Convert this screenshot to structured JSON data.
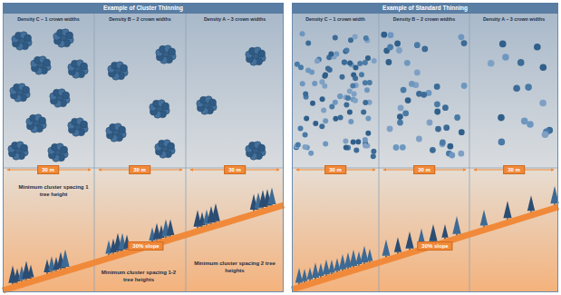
{
  "diagram": {
    "nodes": [
      {
        "text": [
          "Example of Cluster Thinning"
        ]
      },
      {
        "text": [
          "Density C – 1 crown widths"
        ],
        "in": 0
      },
      {
        "text": [
          "Density B – 2 crown widths"
        ],
        "in": 0
      },
      {
        "text": [
          "Density A – 3 crown widths"
        ],
        "in": 0
      },
      {
        "text": [
          "30 m"
        ],
        "in": 1
      },
      {
        "text": [
          "30 m"
        ],
        "in": 2
      },
      {
        "text": [
          "30 m"
        ],
        "in": 3
      },
      {
        "text": [
          "30% slope"
        ],
        "in": 0
      },
      {
        "text": [
          "Example of Standard Thinning"
        ]
      },
      {
        "text": [
          "Density C – 1 crown width"
        ],
        "in": 8
      },
      {
        "text": [
          "Density B – 2 crown widths"
        ],
        "in": 8
      },
      {
        "text": [
          "Density A – 3 crown widths"
        ],
        "in": 8
      },
      {
        "text": [
          "30 m"
        ],
        "in": 9
      },
      {
        "text": [
          "30 m"
        ],
        "in": 10
      },
      {
        "text": [
          "30 m"
        ],
        "in": 11
      },
      {
        "text": [
          "30% slope"
        ],
        "in": 8
      }
    ],
    "labels": [
      "Minimum cluster spacing 1 tree height",
      "Minimum cluster spacing 1-2 tree heights",
      "Minimum cluster spacing 2 tree heights"
    ]
  }
}
